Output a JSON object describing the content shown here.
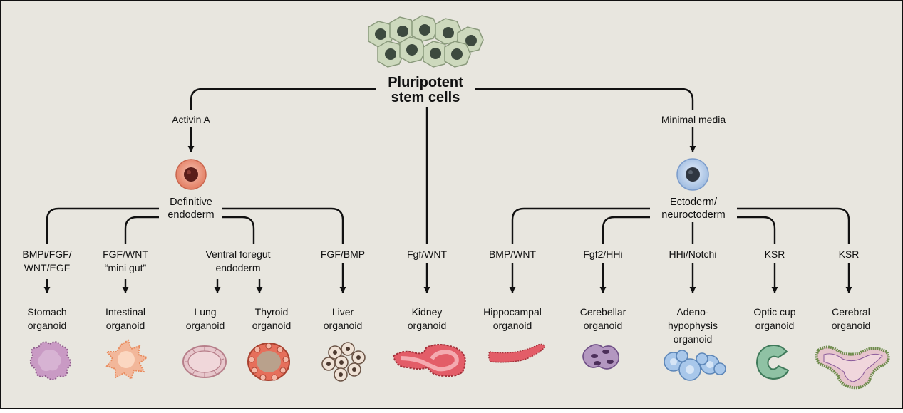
{
  "root": {
    "line1": "Pluripotent",
    "line2": "stem cells"
  },
  "branches": {
    "left": {
      "signal": "Activin A",
      "cell_line1": "Definitive",
      "cell_line2": "endoderm"
    },
    "middle": {
      "signal": "Fgf/WNT",
      "organoid_line1": "Kidney",
      "organoid_line2": "organoid"
    },
    "right": {
      "signal": "Minimal media",
      "cell_line1": "Ectoderm/",
      "cell_line2": "neuroctoderm"
    }
  },
  "endoderm": {
    "stomach": {
      "signal_line1": "BMPi/FGF/",
      "signal_line2": "WNT/EGF",
      "name_line1": "Stomach",
      "name_line2": "organoid"
    },
    "intestinal": {
      "signal_line1": "FGF/WNT",
      "signal_line2": "“mini gut”",
      "name_line1": "Intestinal",
      "name_line2": "organoid"
    },
    "foregut": {
      "signal_line1": "Ventral foregut",
      "signal_line2": "endoderm"
    },
    "lung": {
      "name_line1": "Lung",
      "name_line2": "organoid"
    },
    "thyroid": {
      "name_line1": "Thyroid",
      "name_line2": "organoid"
    },
    "liver": {
      "signal_line1": "FGF/BMP",
      "name_line1": "Liver",
      "name_line2": "organoid"
    }
  },
  "ectoderm": {
    "hippocampal": {
      "signal": "BMP/WNT",
      "name_line1": "Hippocampal",
      "name_line2": "organoid"
    },
    "cerebellar": {
      "signal": "Fgf2/HHi",
      "name_line1": "Cerebellar",
      "name_line2": "organoid"
    },
    "adeno": {
      "signal": "HHi/Notchi",
      "name_line1": "Adeno-",
      "name_line2": "hypophysis",
      "name_line3": "organoid"
    },
    "optic": {
      "signal": "KSR",
      "name_line1": "Optic cup",
      "name_line2": "organoid"
    },
    "cerebral": {
      "signal": "KSR",
      "name_line1": "Cerebral",
      "name_line2": "organoid"
    }
  },
  "colors": {
    "background": "#e8e6df",
    "frame": "#111111",
    "line": "#111111",
    "cell_green": "#c9d6b8",
    "nucleus_dark": "#3d4a3f",
    "endoderm_cell": "#e98c74",
    "ectoderm_cell": "#a9c4e4"
  }
}
